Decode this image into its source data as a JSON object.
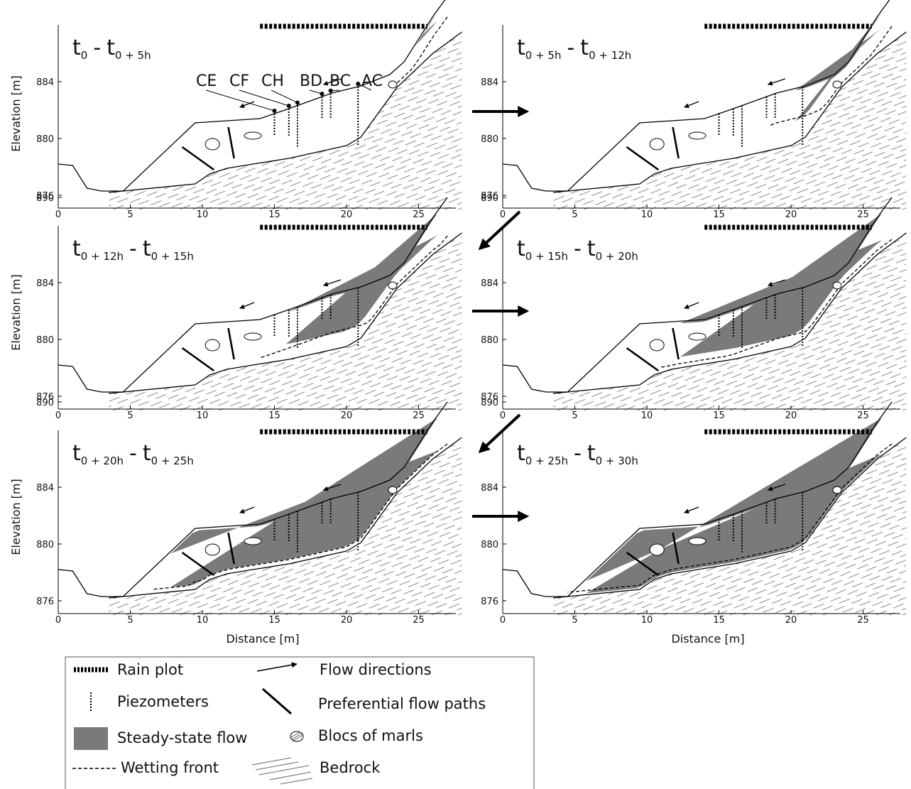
{
  "axes": {
    "ylabel": "Elevation [m]",
    "xlabel": "Distance [m]",
    "yticks": [
      "890",
      "884",
      "880",
      "876"
    ],
    "xticks": [
      "0",
      "5",
      "10",
      "15",
      "20",
      "25"
    ]
  },
  "panels": [
    {
      "t_start_sub": "0",
      "t_end_sub": "0 + 5h",
      "fill": 0.08
    },
    {
      "t_start_sub": "0 + 5h",
      "t_end_sub": "0 + 12h",
      "fill": 0.3
    },
    {
      "t_start_sub": "0 + 12h",
      "t_end_sub": "0 + 15h",
      "fill": 0.5
    },
    {
      "t_start_sub": "0 + 15h",
      "t_end_sub": "0 + 20h",
      "fill": 0.65
    },
    {
      "t_start_sub": "0 + 20h",
      "t_end_sub": "0 + 25h",
      "fill": 0.85
    },
    {
      "t_start_sub": "0 + 25h",
      "t_end_sub": "0 + 30h",
      "fill": 0.95
    }
  ],
  "title_letter": "t",
  "title_dash": "-",
  "piezometer_labels": [
    "CE",
    "CF",
    "CH",
    "BD",
    "BC",
    "AC"
  ],
  "legend": {
    "rain_plot": "Rain plot",
    "piezometers": "Piezometers",
    "steady_state": "Steady-state flow",
    "wetting_front": "Wetting front",
    "flow_directions": "Flow directions",
    "preferential": "Preferential flow paths",
    "blocs": "Blocs of marls",
    "bedrock": "Bedrock"
  },
  "colors": {
    "steady_state_fill": "#7a7a7a",
    "line": "#000000",
    "hatch": "#888888"
  }
}
